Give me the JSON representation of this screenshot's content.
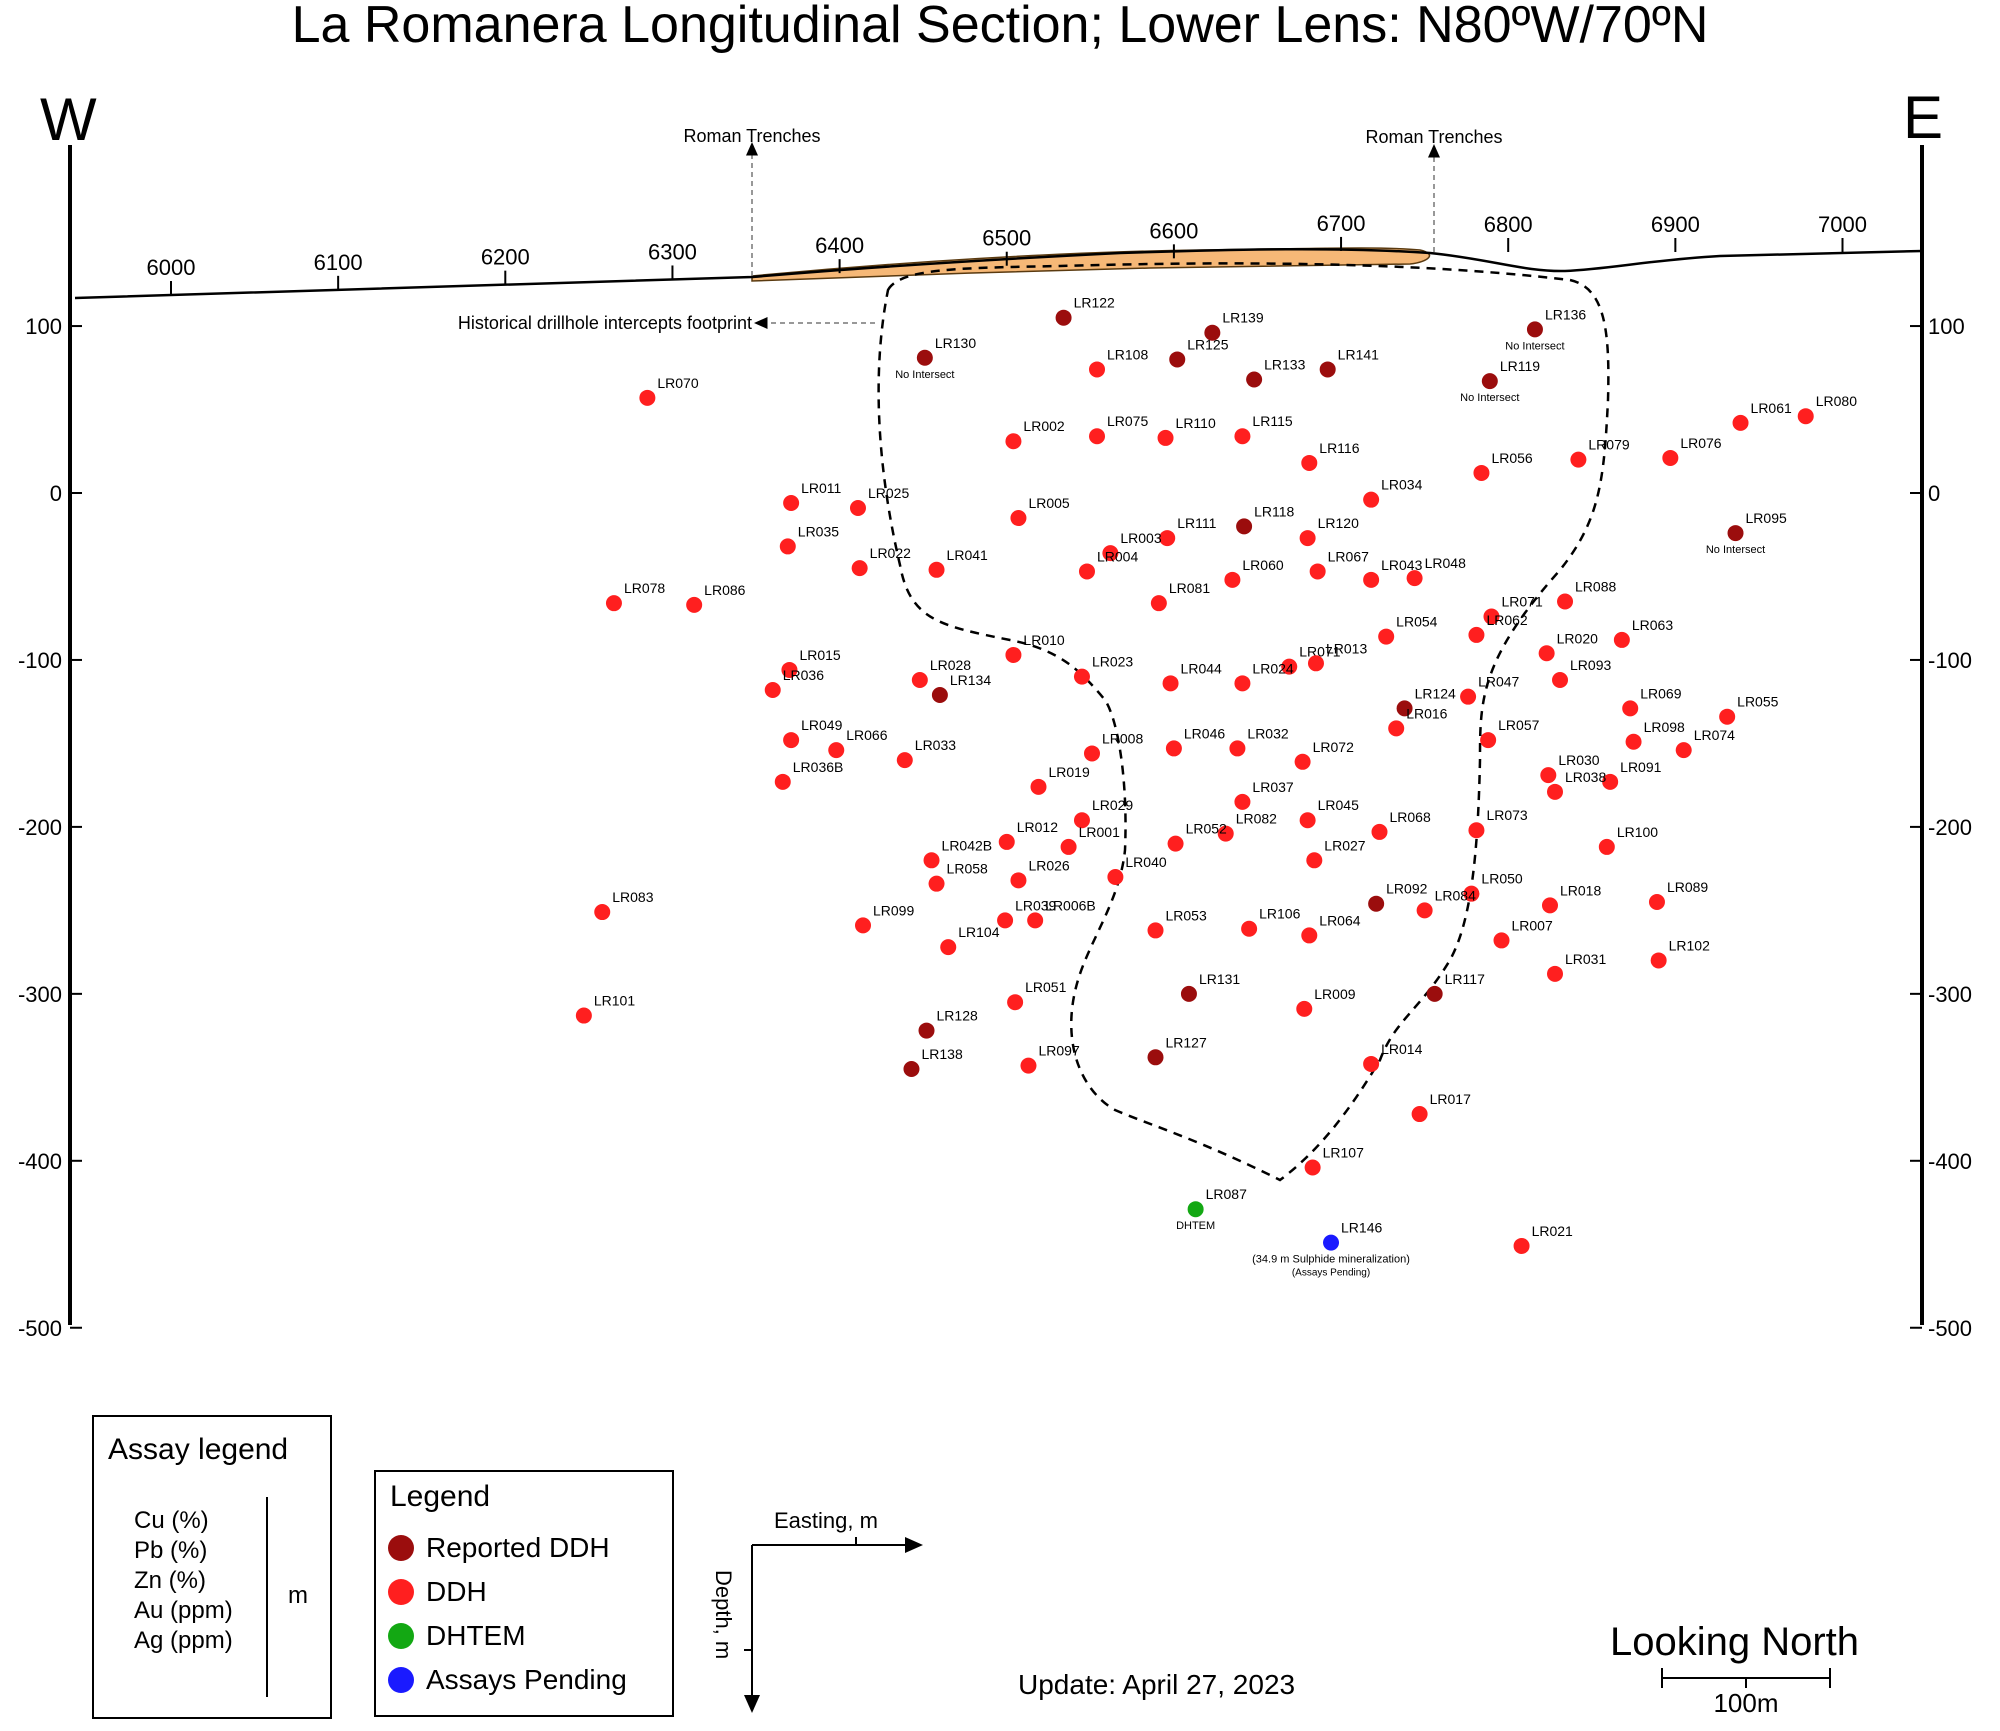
{
  "title": "La Romanera Longitudinal Section; Lower Lens: N80ºW/70ºN",
  "west_label": "W",
  "east_label": "E",
  "roman_trenches": [
    "Roman Trenches",
    "Roman Trenches"
  ],
  "footprint_label": "Historical drillhole intercepts footprint",
  "easting_ticks": [
    6000,
    6100,
    6200,
    6300,
    6400,
    6500,
    6600,
    6700,
    6800,
    6900,
    7000
  ],
  "elevation_ticks": [
    100,
    0,
    -100,
    -200,
    -300,
    -400,
    -500
  ],
  "elevation_tick_labels": [
    "100",
    "0",
    "-100",
    "-200",
    "-300",
    "-400",
    "-500"
  ],
  "colors": {
    "reported": "#9b0d0d",
    "ddh": "#ff1f1f",
    "dhtem": "#13a813",
    "pending": "#1a1aff",
    "lens": "#f6b877"
  },
  "holes": [
    {
      "id": "LR070",
      "e": 6285,
      "z": 57,
      "type": "ddh"
    },
    {
      "id": "LR078",
      "e": 6265,
      "z": -66,
      "type": "ddh"
    },
    {
      "id": "LR086",
      "e": 6313,
      "z": -67,
      "type": "ddh"
    },
    {
      "id": "LR083",
      "e": 6258,
      "z": -251,
      "type": "ddh"
    },
    {
      "id": "LR101",
      "e": 6247,
      "z": -313,
      "type": "ddh"
    },
    {
      "id": "LR011",
      "e": 6371,
      "z": -6,
      "type": "ddh"
    },
    {
      "id": "LR035",
      "e": 6369,
      "z": -32,
      "type": "ddh"
    },
    {
      "id": "LR025",
      "e": 6411,
      "z": -9,
      "type": "ddh"
    },
    {
      "id": "LR022",
      "e": 6412,
      "z": -45,
      "type": "ddh"
    },
    {
      "id": "LR015",
      "e": 6370,
      "z": -106,
      "type": "ddh"
    },
    {
      "id": "LR036",
      "e": 6360,
      "z": -118,
      "type": "ddh"
    },
    {
      "id": "LR049",
      "e": 6371,
      "z": -148,
      "type": "ddh"
    },
    {
      "id": "LR066",
      "e": 6398,
      "z": -154,
      "type": "ddh"
    },
    {
      "id": "LR036B",
      "e": 6366,
      "z": -173,
      "type": "ddh"
    },
    {
      "id": "LR033",
      "e": 6439,
      "z": -160,
      "type": "ddh"
    },
    {
      "id": "LR130",
      "e": 6451,
      "z": 81,
      "type": "reported",
      "note": "No Intersect"
    },
    {
      "id": "LR122",
      "e": 6534,
      "z": 105,
      "type": "reported"
    },
    {
      "id": "LR108",
      "e": 6554,
      "z": 74,
      "type": "ddh"
    },
    {
      "id": "LR139",
      "e": 6623,
      "z": 96,
      "type": "reported"
    },
    {
      "id": "LR125",
      "e": 6602,
      "z": 80,
      "type": "reported"
    },
    {
      "id": "LR133",
      "e": 6648,
      "z": 68,
      "type": "reported"
    },
    {
      "id": "LR141",
      "e": 6692,
      "z": 74,
      "type": "reported"
    },
    {
      "id": "LR136",
      "e": 6816,
      "z": 98,
      "type": "reported",
      "note": "No Intersect"
    },
    {
      "id": "LR119",
      "e": 6789,
      "z": 67,
      "type": "reported",
      "note": "No Intersect"
    },
    {
      "id": "LR002",
      "e": 6504,
      "z": 31,
      "type": "ddh"
    },
    {
      "id": "LR075",
      "e": 6554,
      "z": 34,
      "type": "ddh"
    },
    {
      "id": "LR110",
      "e": 6595,
      "z": 33,
      "type": "ddh"
    },
    {
      "id": "LR115",
      "e": 6641,
      "z": 34,
      "type": "ddh"
    },
    {
      "id": "LR116",
      "e": 6681,
      "z": 18,
      "type": "ddh"
    },
    {
      "id": "LR056",
      "e": 6784,
      "z": 12,
      "type": "ddh"
    },
    {
      "id": "LR079",
      "e": 6842,
      "z": 20,
      "type": "ddh"
    },
    {
      "id": "LR076",
      "e": 6897,
      "z": 21,
      "type": "ddh"
    },
    {
      "id": "LR061",
      "e": 6939,
      "z": 42,
      "type": "ddh"
    },
    {
      "id": "LR080",
      "e": 6978,
      "z": 46,
      "type": "ddh"
    },
    {
      "id": "LR034",
      "e": 6718,
      "z": -4,
      "type": "ddh"
    },
    {
      "id": "LR095",
      "e": 6936,
      "z": -24,
      "type": "reported",
      "note": "No Intersect"
    },
    {
      "id": "LR005",
      "e": 6507,
      "z": -15,
      "type": "ddh"
    },
    {
      "id": "LR118",
      "e": 6642,
      "z": -20,
      "type": "reported"
    },
    {
      "id": "LR111",
      "e": 6596,
      "z": -27,
      "type": "ddh"
    },
    {
      "id": "LR120",
      "e": 6680,
      "z": -27,
      "type": "ddh"
    },
    {
      "id": "LR003",
      "e": 6562,
      "z": -36,
      "type": "ddh"
    },
    {
      "id": "LR041",
      "e": 6458,
      "z": -46,
      "type": "ddh"
    },
    {
      "id": "LR004",
      "e": 6548,
      "z": -47,
      "type": "ddh"
    },
    {
      "id": "LR060",
      "e": 6635,
      "z": -52,
      "type": "ddh"
    },
    {
      "id": "LR067",
      "e": 6686,
      "z": -47,
      "type": "ddh"
    },
    {
      "id": "LR043",
      "e": 6718,
      "z": -52,
      "type": "ddh"
    },
    {
      "id": "LR048",
      "e": 6744,
      "z": -51,
      "type": "ddh"
    },
    {
      "id": "LR081",
      "e": 6591,
      "z": -66,
      "type": "ddh"
    },
    {
      "id": "LR088",
      "e": 6834,
      "z": -65,
      "type": "ddh"
    },
    {
      "id": "LR071",
      "e": 6790,
      "z": -74,
      "type": "ddh"
    },
    {
      "id": "LR054",
      "e": 6727,
      "z": -86,
      "type": "ddh"
    },
    {
      "id": "LR062",
      "e": 6781,
      "z": -85,
      "type": "ddh"
    },
    {
      "id": "LR063",
      "e": 6868,
      "z": -88,
      "type": "ddh"
    },
    {
      "id": "LR020",
      "e": 6823,
      "z": -96,
      "type": "ddh"
    },
    {
      "id": "LR010",
      "e": 6504,
      "z": -97,
      "type": "ddh"
    },
    {
      "id": "LR071",
      "e": 6669,
      "z": -104,
      "type": "ddh"
    },
    {
      "id": "LR013",
      "e": 6685,
      "z": -102,
      "type": "ddh"
    },
    {
      "id": "LR028",
      "e": 6448,
      "z": -112,
      "type": "ddh"
    },
    {
      "id": "LR134",
      "e": 6460,
      "z": -121,
      "type": "reported"
    },
    {
      "id": "LR023",
      "e": 6545,
      "z": -110,
      "type": "ddh"
    },
    {
      "id": "LR044",
      "e": 6598,
      "z": -114,
      "type": "ddh"
    },
    {
      "id": "LR024",
      "e": 6641,
      "z": -114,
      "type": "ddh"
    },
    {
      "id": "LR093",
      "e": 6831,
      "z": -112,
      "type": "ddh"
    },
    {
      "id": "LR047",
      "e": 6776,
      "z": -122,
      "type": "ddh"
    },
    {
      "id": "LR124",
      "e": 6738,
      "z": -129,
      "type": "reported"
    },
    {
      "id": "LR069",
      "e": 6873,
      "z": -129,
      "type": "ddh"
    },
    {
      "id": "LR055",
      "e": 6931,
      "z": -134,
      "type": "ddh"
    },
    {
      "id": "LR016",
      "e": 6733,
      "z": -141,
      "type": "ddh"
    },
    {
      "id": "LR057",
      "e": 6788,
      "z": -148,
      "type": "ddh"
    },
    {
      "id": "LR074",
      "e": 6905,
      "z": -154,
      "type": "ddh"
    },
    {
      "id": "LR098",
      "e": 6875,
      "z": -149,
      "type": "ddh"
    },
    {
      "id": "LR008",
      "e": 6551,
      "z": -156,
      "type": "ddh"
    },
    {
      "id": "LR046",
      "e": 6600,
      "z": -153,
      "type": "ddh"
    },
    {
      "id": "LR032",
      "e": 6638,
      "z": -153,
      "type": "ddh"
    },
    {
      "id": "LR072",
      "e": 6677,
      "z": -161,
      "type": "ddh"
    },
    {
      "id": "LR030",
      "e": 6824,
      "z": -169,
      "type": "ddh"
    },
    {
      "id": "LR091",
      "e": 6861,
      "z": -173,
      "type": "ddh"
    },
    {
      "id": "LR038",
      "e": 6828,
      "z": -179,
      "type": "ddh"
    },
    {
      "id": "LR019",
      "e": 6519,
      "z": -176,
      "type": "ddh"
    },
    {
      "id": "LR037",
      "e": 6641,
      "z": -185,
      "type": "ddh"
    },
    {
      "id": "LR045",
      "e": 6680,
      "z": -196,
      "type": "ddh"
    },
    {
      "id": "LR029",
      "e": 6545,
      "z": -196,
      "type": "ddh"
    },
    {
      "id": "LR082",
      "e": 6631,
      "z": -204,
      "type": "ddh"
    },
    {
      "id": "LR068",
      "e": 6723,
      "z": -203,
      "type": "ddh"
    },
    {
      "id": "LR073",
      "e": 6781,
      "z": -202,
      "type": "ddh"
    },
    {
      "id": "LR100",
      "e": 6859,
      "z": -212,
      "type": "ddh"
    },
    {
      "id": "LR012",
      "e": 6500,
      "z": -209,
      "type": "ddh"
    },
    {
      "id": "LR001",
      "e": 6537,
      "z": -212,
      "type": "ddh"
    },
    {
      "id": "LR052",
      "e": 6601,
      "z": -210,
      "type": "ddh"
    },
    {
      "id": "LR027",
      "e": 6684,
      "z": -220,
      "type": "ddh"
    },
    {
      "id": "LR042B",
      "e": 6455,
      "z": -220,
      "type": "ddh"
    },
    {
      "id": "LR040",
      "e": 6565,
      "z": -230,
      "type": "ddh"
    },
    {
      "id": "LR026",
      "e": 6507,
      "z": -232,
      "type": "ddh"
    },
    {
      "id": "LR058",
      "e": 6458,
      "z": -234,
      "type": "ddh"
    },
    {
      "id": "LR050",
      "e": 6778,
      "z": -240,
      "type": "ddh"
    },
    {
      "id": "LR018",
      "e": 6825,
      "z": -247,
      "type": "ddh"
    },
    {
      "id": "LR089",
      "e": 6889,
      "z": -245,
      "type": "ddh"
    },
    {
      "id": "LR092",
      "e": 6721,
      "z": -246,
      "type": "reported"
    },
    {
      "id": "LR084",
      "e": 6750,
      "z": -250,
      "type": "ddh"
    },
    {
      "id": "LR039",
      "e": 6499,
      "z": -256,
      "type": "ddh"
    },
    {
      "id": "LR006B",
      "e": 6517,
      "z": -256,
      "type": "ddh"
    },
    {
      "id": "LR099",
      "e": 6414,
      "z": -259,
      "type": "ddh"
    },
    {
      "id": "LR053",
      "e": 6589,
      "z": -262,
      "type": "ddh"
    },
    {
      "id": "LR106",
      "e": 6645,
      "z": -261,
      "type": "ddh"
    },
    {
      "id": "LR064",
      "e": 6681,
      "z": -265,
      "type": "ddh"
    },
    {
      "id": "LR104",
      "e": 6465,
      "z": -272,
      "type": "ddh"
    },
    {
      "id": "LR007",
      "e": 6796,
      "z": -268,
      "type": "ddh"
    },
    {
      "id": "LR102",
      "e": 6890,
      "z": -280,
      "type": "ddh"
    },
    {
      "id": "LR031",
      "e": 6828,
      "z": -288,
      "type": "ddh"
    },
    {
      "id": "LR131",
      "e": 6609,
      "z": -300,
      "type": "reported"
    },
    {
      "id": "LR117",
      "e": 6756,
      "z": -300,
      "type": "reported"
    },
    {
      "id": "LR051",
      "e": 6505,
      "z": -305,
      "type": "ddh"
    },
    {
      "id": "LR009",
      "e": 6678,
      "z": -309,
      "type": "ddh"
    },
    {
      "id": "LR128",
      "e": 6452,
      "z": -322,
      "type": "reported"
    },
    {
      "id": "LR014",
      "e": 6718,
      "z": -342,
      "type": "ddh"
    },
    {
      "id": "LR097",
      "e": 6513,
      "z": -343,
      "type": "ddh"
    },
    {
      "id": "LR127",
      "e": 6589,
      "z": -338,
      "type": "reported"
    },
    {
      "id": "LR138",
      "e": 6443,
      "z": -345,
      "type": "reported"
    },
    {
      "id": "LR017",
      "e": 6747,
      "z": -372,
      "type": "ddh"
    },
    {
      "id": "LR107",
      "e": 6683,
      "z": -404,
      "type": "ddh"
    },
    {
      "id": "LR087",
      "e": 6613,
      "z": -429,
      "type": "dhtem",
      "note": "DHTEM"
    },
    {
      "id": "LR146",
      "e": 6694,
      "z": -449,
      "type": "pending",
      "note": "(34.9 m Sulphide mineralization)",
      "note2": "(Assays Pending)"
    },
    {
      "id": "LR021",
      "e": 6808,
      "z": -451,
      "type": "ddh"
    }
  ],
  "assay_legend": {
    "title": "Assay legend",
    "items": [
      "Cu (%)",
      "Pb (%)",
      "Zn (%)",
      "Au (ppm)",
      "Ag (ppm)"
    ],
    "unit": "m"
  },
  "legend": {
    "title": "Legend",
    "items": [
      {
        "label": "Reported DDH",
        "color": "#9b0d0d"
      },
      {
        "label": "DDH",
        "color": "#ff1f1f"
      },
      {
        "label": "DHTEM",
        "color": "#13a813"
      },
      {
        "label": "Assays Pending",
        "color": "#1a1aff"
      }
    ]
  },
  "compass": {
    "easting": "Easting, m",
    "depth": "Depth, m"
  },
  "update": "Update: April 27, 2023",
  "looking": "Looking North",
  "scale_label": "100m"
}
